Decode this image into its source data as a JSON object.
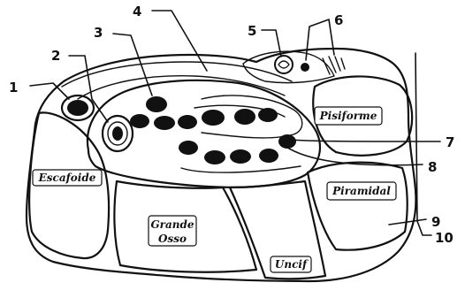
{
  "callouts": [
    "1",
    "2",
    "3",
    "4",
    "5",
    "6",
    "7",
    "8",
    "9",
    "10"
  ],
  "bones": {
    "escafoide": "Escafoide",
    "grande_osso_line1": "Grande",
    "grande_osso_line2": "Osso",
    "pisiforme": "Pisiforme",
    "piramidal": "Piramidal",
    "uncif": "Uncif"
  }
}
